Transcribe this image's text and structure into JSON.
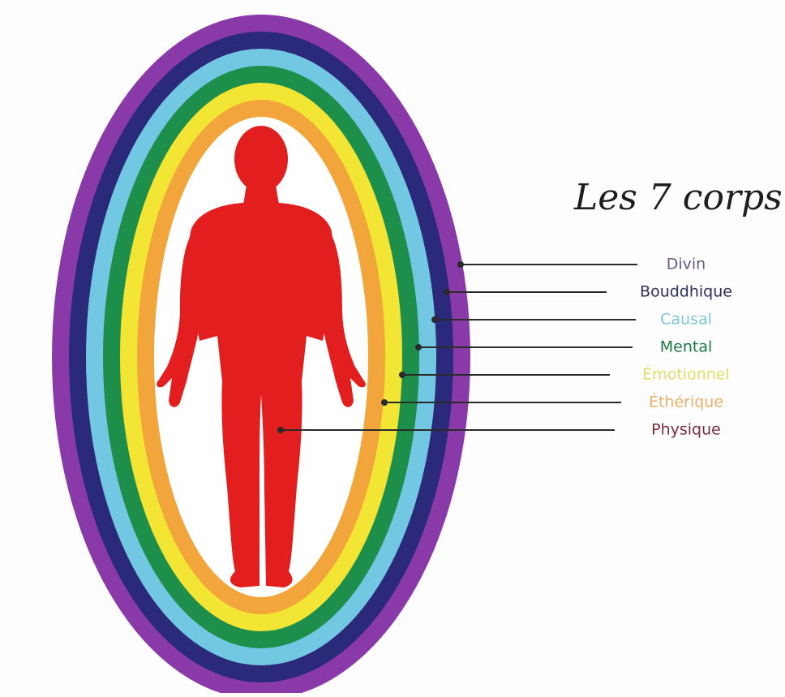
{
  "title": "Les 7 corps",
  "layers": [
    {
      "id": "divin",
      "label": "Divin",
      "ring_color": "#8a3aa8",
      "label_color": "#6b5a7a"
    },
    {
      "id": "bouddhique",
      "label": "Bouddhique",
      "ring_color": "#2b2a7a",
      "label_color": "#2e2f5a"
    },
    {
      "id": "causal",
      "label": "Causal",
      "ring_color": "#72c8e2",
      "label_color": "#7cc6d8"
    },
    {
      "id": "mental",
      "label": "Mental",
      "ring_color": "#1e8f4a",
      "label_color": "#1c7b45"
    },
    {
      "id": "emotionnel",
      "label": "Émotionnel",
      "ring_color": "#f3e534",
      "label_color": "#e3dd6a"
    },
    {
      "id": "etherique",
      "label": "Éthérique",
      "ring_color": "#f1a53a",
      "label_color": "#e9b26a"
    },
    {
      "id": "physique",
      "label": "Physique",
      "ring_color": "#e31e1e",
      "label_color": "#7a2b3c"
    }
  ],
  "colors": {
    "background": "#fdfdfd",
    "inner_field": "#ffffff",
    "leader_line": "#2a2a2a"
  },
  "icons": {
    "figure": "human-silhouette-icon"
  }
}
